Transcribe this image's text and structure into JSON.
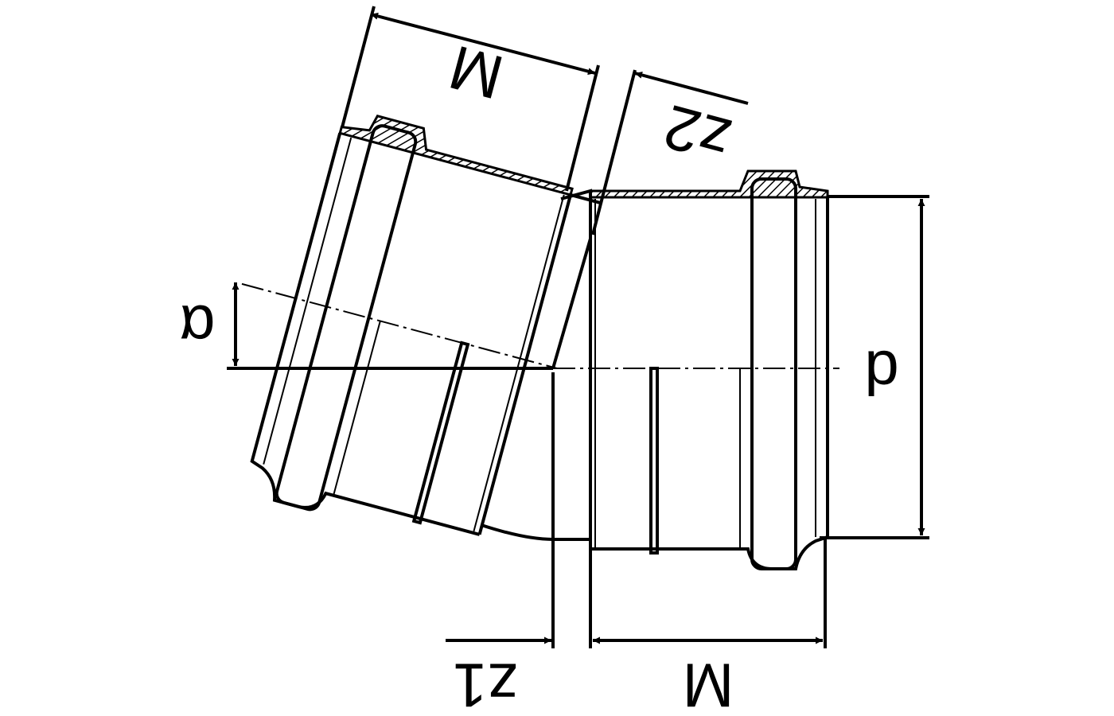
{
  "diagram": {
    "type": "pipe-bend-fitting-dimension-drawing",
    "labels": {
      "top_length": "M",
      "offset_z2": "z2",
      "angle": "α",
      "diameter": "d",
      "offset_z1": "z1",
      "bottom_length": "M"
    }
  }
}
